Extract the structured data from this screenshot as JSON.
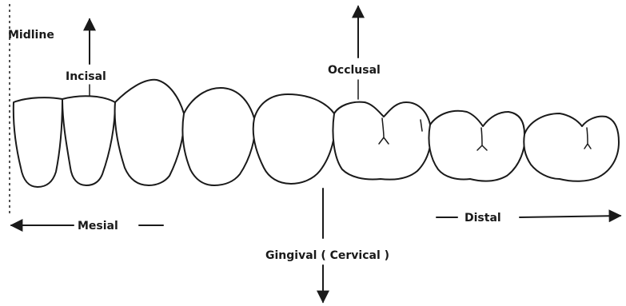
{
  "labels": {
    "midline": "Midline",
    "incisal": "Incisal",
    "occlusal": "Occlusal",
    "mesial": "Mesial",
    "distal": "Distal",
    "gingival": "Gingival ( Cervical )"
  },
  "colors": {
    "ink": "#1a1a1a",
    "background": "#ffffff"
  }
}
